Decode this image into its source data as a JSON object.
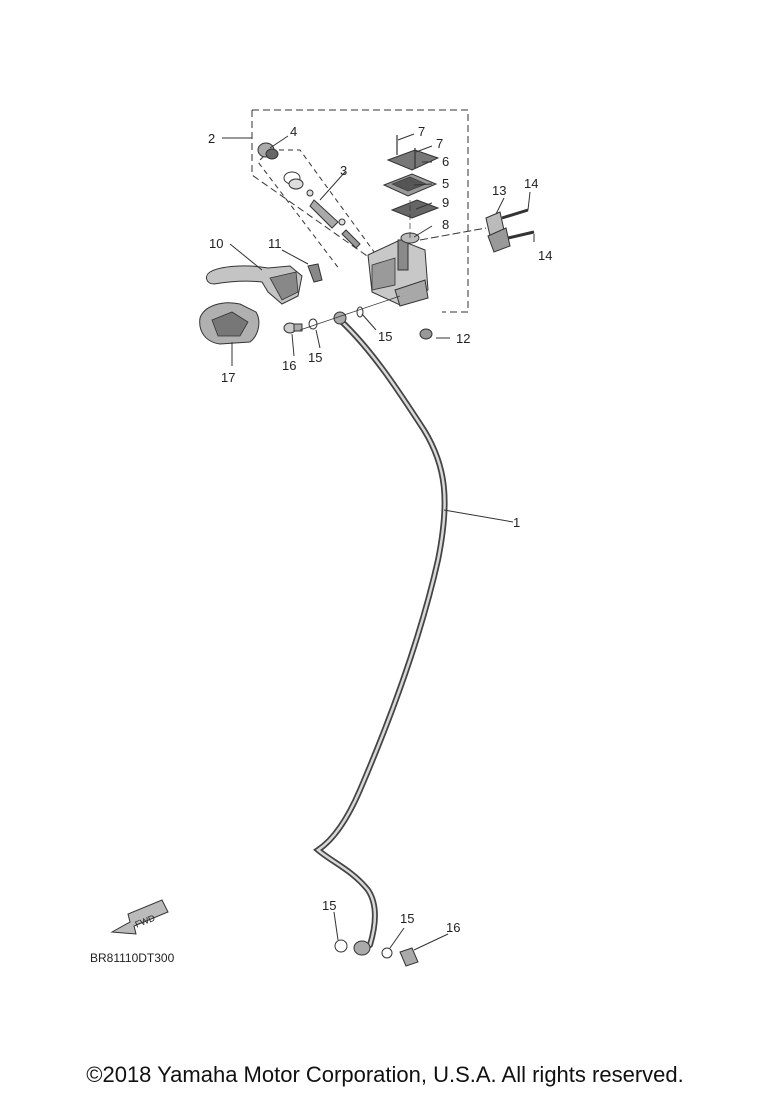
{
  "diagram": {
    "labels": [
      "1",
      "2",
      "3",
      "4",
      "5",
      "6",
      "7",
      "7",
      "8",
      "9",
      "10",
      "11",
      "12",
      "13",
      "14",
      "14",
      "15",
      "15",
      "15",
      "15",
      "16",
      "16",
      "17"
    ],
    "fwd_text": "FWD",
    "code": "BR81110DT300"
  },
  "footer": {
    "copyright": "©2018 Yamaha Motor Corporation, U.S.A. All rights reserved."
  },
  "colors": {
    "line": "#333333",
    "part_fill": "#cfcfcf",
    "part_dark": "#8a8a8a"
  }
}
